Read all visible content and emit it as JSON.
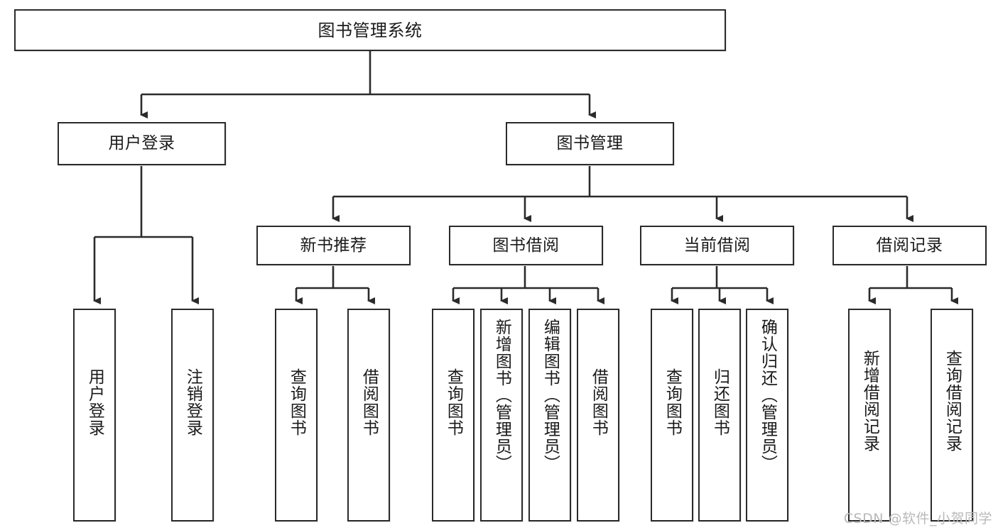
{
  "diagram": {
    "type": "tree-hierarchy-chart",
    "title": "图书管理系统",
    "root": {
      "label": "图书管理系统",
      "name": "root-node"
    },
    "level1": [
      {
        "label": "用户登录",
        "name": "node-user-login"
      },
      {
        "label": "图书管理",
        "name": "node-book-management"
      }
    ],
    "level2": [
      {
        "label": "新书推荐",
        "name": "node-new-book-recommend"
      },
      {
        "label": "图书借阅",
        "name": "node-book-borrow"
      },
      {
        "label": "当前借阅",
        "name": "node-current-borrow"
      },
      {
        "label": "借阅记录",
        "name": "node-borrow-record"
      }
    ],
    "leaves_user_login": [
      {
        "label": "用户登录",
        "name": "leaf-user-login"
      },
      {
        "label": "注销登录",
        "name": "leaf-logout"
      }
    ],
    "leaves_new_book": [
      {
        "label": "查询图书",
        "name": "leaf-query-book-1"
      },
      {
        "label": "借阅图书",
        "name": "leaf-borrow-book-1"
      }
    ],
    "leaves_book_borrow": [
      {
        "label": "查询图书",
        "name": "leaf-query-book-2"
      },
      {
        "label": "新增图书（管理员）",
        "name": "leaf-add-book-admin"
      },
      {
        "label": "编辑图书（管理员）",
        "name": "leaf-edit-book-admin"
      },
      {
        "label": "借阅图书",
        "name": "leaf-borrow-book-2"
      }
    ],
    "leaves_current_borrow": [
      {
        "label": "查询图书",
        "name": "leaf-query-book-3"
      },
      {
        "label": "归还图书",
        "name": "leaf-return-book"
      },
      {
        "label": "确认归还（管理员）",
        "name": "leaf-confirm-return-admin"
      }
    ],
    "leaves_borrow_record": [
      {
        "label": "新增借阅记录",
        "name": "leaf-add-borrow-record"
      },
      {
        "label": "查询借阅记录",
        "name": "leaf-query-borrow-record"
      }
    ],
    "watermark": "CSDN @软件_小贺同学",
    "colors": {
      "stroke": "#2b2b2b",
      "fill": "#ffffff",
      "text": "#1a1a1a",
      "watermark": "#b9b9b9"
    }
  }
}
